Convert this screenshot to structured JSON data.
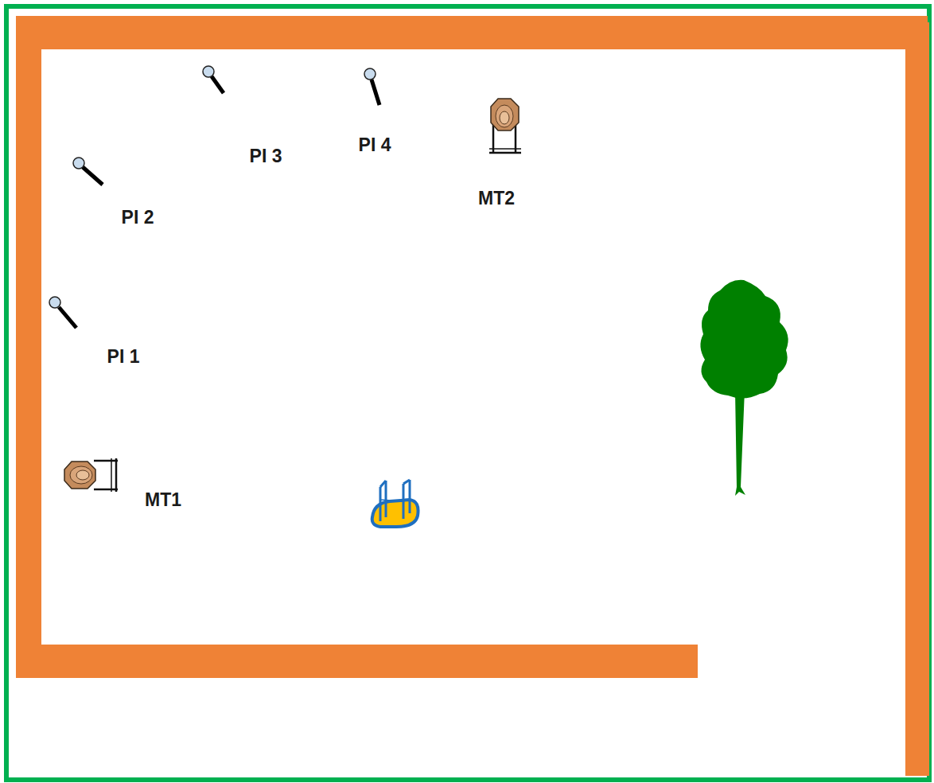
{
  "diagram": {
    "labels": [
      "PI 1",
      "PI 2",
      "PI 3",
      "PI 4",
      "MT1",
      "MT2"
    ]
  }
}
